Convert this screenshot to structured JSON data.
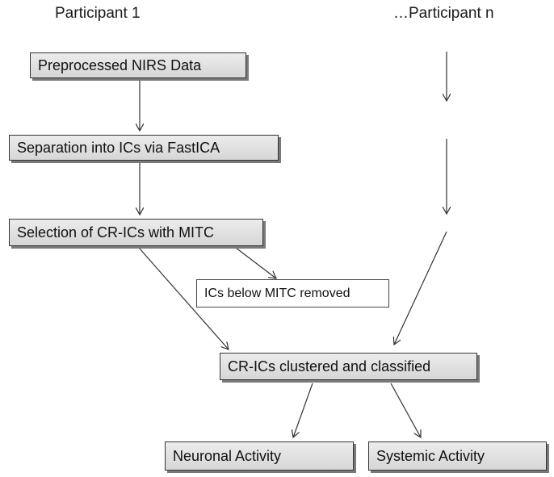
{
  "headers": {
    "left": "Participant 1",
    "right": "…Participant n"
  },
  "nodes": {
    "preprocessed": "Preprocessed NIRS Data",
    "separation": "Separation into ICs via FastICA",
    "selection": "Selection of CR-ICs with MITC",
    "removed": "ICs below MITC removed",
    "clustered": "CR-ICs clustered and classified",
    "neuronal": "Neuronal Activity",
    "systemic": "Systemic Activity"
  },
  "colors": {
    "box_fill_top": "#ececec",
    "box_fill_bottom": "#d6d6d6",
    "border": "#333333",
    "shadow": "#7a7a7a",
    "arrow": "#333333"
  }
}
